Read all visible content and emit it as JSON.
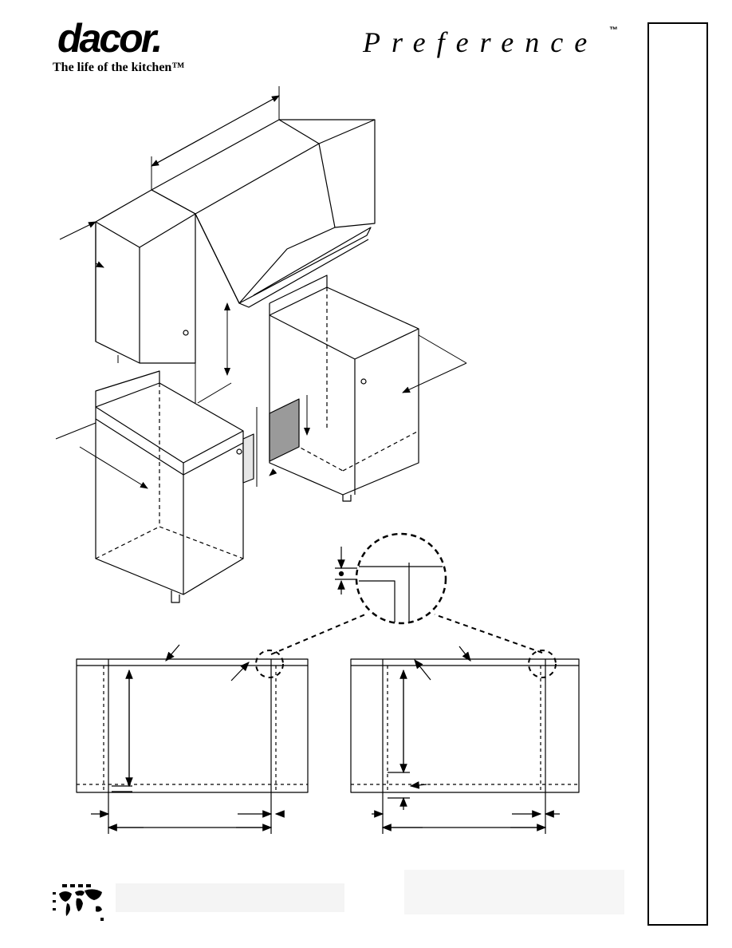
{
  "header": {
    "logo_text": "dacor.",
    "tagline": "The life of the kitchen™",
    "brand_name": "Preference",
    "brand_mark": "™"
  },
  "icons": {
    "globe": "world-map-icon"
  }
}
